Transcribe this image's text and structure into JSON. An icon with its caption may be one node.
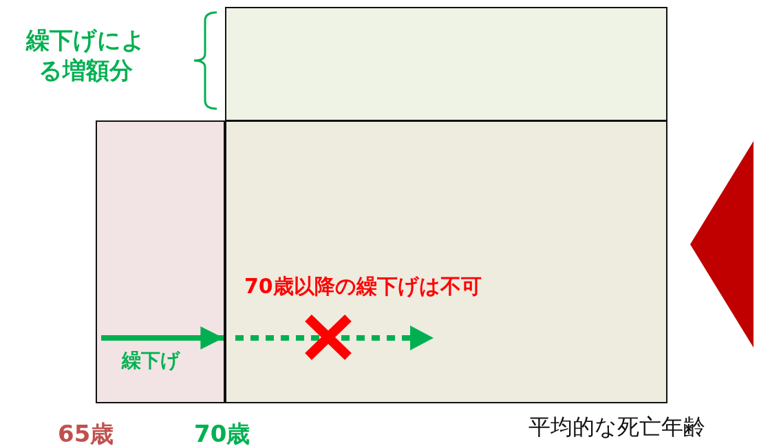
{
  "diagram": {
    "nodes": [
      {
        "text": [],
        "shape": "box"
      },
      {
        "text": [],
        "shape": "box"
      },
      {
        "text": [],
        "shape": "box"
      },
      {
        "text": [],
        "shape": "triangle"
      }
    ],
    "edges": [
      {
        "from": 0,
        "to": 2,
        "arrow": "to",
        "label": "繰下げ"
      }
    ],
    "labels": [
      "繰下げによる増額分",
      "70歳以降の繰下げは不可",
      "65歳",
      "70歳",
      "平均的な死亡年齢"
    ]
  }
}
